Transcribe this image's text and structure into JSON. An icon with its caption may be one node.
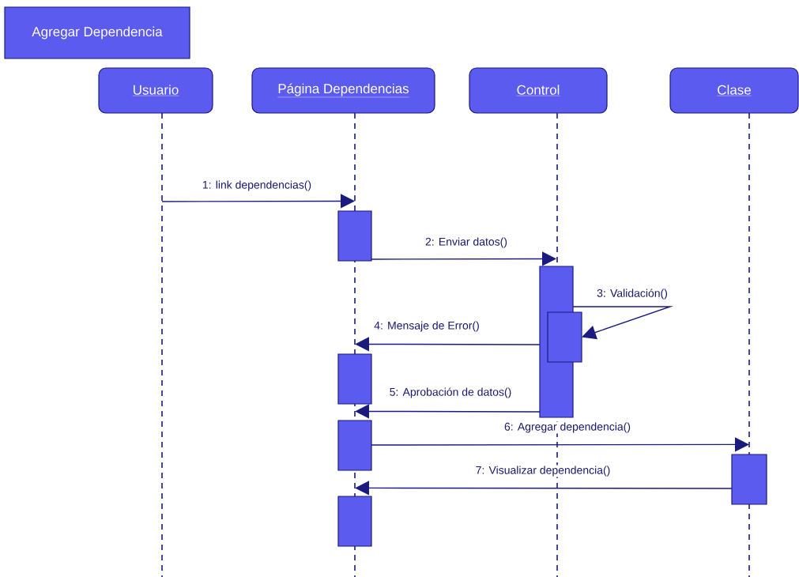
{
  "diagram": {
    "nodes": [
      {
        "text": [
          "Agregar Dependencia"
        ]
      },
      {
        "text": [
          "Usuario"
        ]
      },
      {
        "text": [
          "Página Dependencias"
        ]
      },
      {
        "text": [
          "Control"
        ]
      },
      {
        "text": [
          "Clase"
        ]
      },
      {
        "text": [],
        "shape": "bar",
        "in": 2
      },
      {
        "text": [],
        "shape": "bar",
        "in": 3
      },
      {
        "text": [],
        "shape": "bar",
        "in": 3
      },
      {
        "text": [],
        "shape": "bar",
        "in": 2
      },
      {
        "text": [],
        "shape": "bar",
        "in": 2
      },
      {
        "text": [],
        "shape": "bar",
        "in": 4
      },
      {
        "text": [],
        "shape": "bar",
        "in": 2
      }
    ],
    "edges": [
      {
        "from": 1,
        "to": 5,
        "arrow": "to",
        "label": "1: link dependencias()"
      },
      {
        "from": 5,
        "to": 6,
        "arrow": "to",
        "label": "2: Enviar datos()"
      },
      {
        "from": 6,
        "to": 7,
        "arrow": "to",
        "label": "3: Validación()"
      },
      {
        "from": 6,
        "to": 8,
        "arrow": "to",
        "label": "4: Mensaje de Error()"
      },
      {
        "from": 6,
        "to": 9,
        "arrow": "to",
        "label": "5: Aprobación de datos()"
      },
      {
        "from": 9,
        "to": 10,
        "arrow": "to",
        "label": "6: Agregar dependencia()"
      },
      {
        "from": 10,
        "to": 11,
        "arrow": "to",
        "label": "7: Visualizar dependencia()"
      }
    ]
  }
}
